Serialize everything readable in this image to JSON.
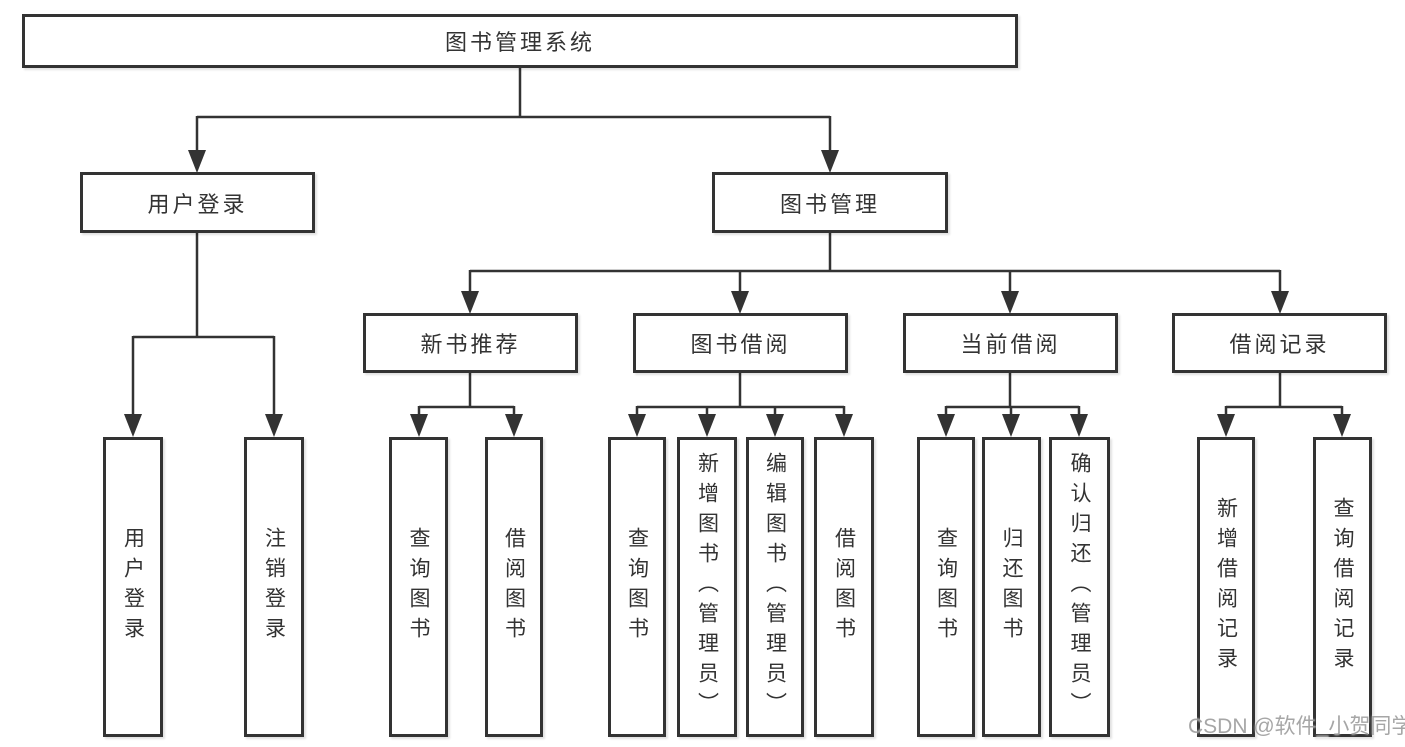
{
  "colors": {
    "line": "#333333",
    "box_border": "#333333",
    "box_fill": "#ffffff",
    "text": "#333333",
    "background": "#ffffff",
    "watermark": "#969696"
  },
  "diagram": {
    "root": {
      "label": "图书管理系统"
    },
    "branches": [
      {
        "label": "用户登录",
        "children": [
          {
            "label": "用户登录"
          },
          {
            "label": "注销登录"
          }
        ]
      },
      {
        "label": "图书管理",
        "children": [
          {
            "label": "新书推荐",
            "children": [
              {
                "label": "查询图书"
              },
              {
                "label": "借阅图书"
              }
            ]
          },
          {
            "label": "图书借阅",
            "children": [
              {
                "label": "查询图书"
              },
              {
                "label": "新增图书（管理员）"
              },
              {
                "label": "编辑图书（管理员）"
              },
              {
                "label": "借阅图书"
              }
            ]
          },
          {
            "label": "当前借阅",
            "children": [
              {
                "label": "查询图书"
              },
              {
                "label": "归还图书"
              },
              {
                "label": "确认归还（管理员）"
              }
            ]
          },
          {
            "label": "借阅记录",
            "children": [
              {
                "label": "新增借阅记录"
              },
              {
                "label": "查询借阅记录"
              }
            ]
          }
        ]
      }
    ]
  },
  "watermark": {
    "text": "CSDN @软件_小贺同学"
  }
}
